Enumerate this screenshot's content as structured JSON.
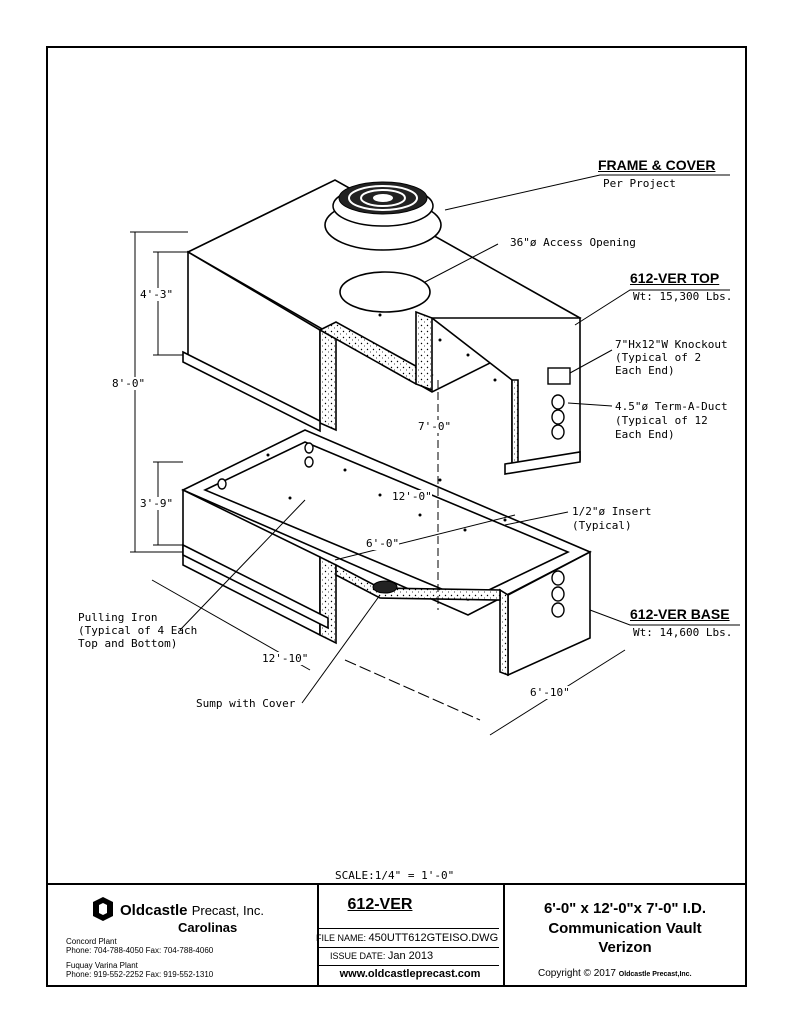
{
  "callouts": {
    "frame_cover_title": "FRAME & COVER",
    "frame_cover_sub": "Per Project",
    "access_opening": "36\"ø Access Opening",
    "top_title": "612-VER TOP",
    "top_weight": "Wt: 15,300 Lbs.",
    "knockout": [
      "7\"Hx12\"W Knockout",
      "(Typical of 2",
      "Each End)"
    ],
    "term_a_duct": [
      "4.5\"ø Term-A-Duct",
      "(Typical of 12",
      "Each End)"
    ],
    "insert": [
      "1/2\"ø Insert",
      "(Typical)"
    ],
    "base_title": "612-VER BASE",
    "base_weight": "Wt: 14,600 Lbs.",
    "pulling_iron": [
      "Pulling Iron",
      "(Typical of 4 Each",
      "Top and Bottom)"
    ],
    "sump": "Sump with Cover"
  },
  "dimensions": {
    "top_height": "4'-3\"",
    "total_height": "8'-0\"",
    "base_height": "3'-9\"",
    "inner_height": "7'-0\"",
    "inner_length": "12'-0\"",
    "inner_width": "6'-0\"",
    "outer_length": "12'-10\"",
    "outer_width": "6'-10\""
  },
  "scale": "SCALE:1/4\" = 1'-0\"",
  "title_block": {
    "company": "Oldcastle",
    "company_suffix": "Precast, Inc.",
    "region": "Carolinas",
    "plant1_name": "Concord Plant",
    "plant1_phone": "Phone: 704-788-4050 Fax: 704-788-4060",
    "plant2_name": "Fuquay Varina Plant",
    "plant2_phone": "Phone: 919-552-2252 Fax: 919-552-1310",
    "model": "612-VER",
    "file_label": "FILE NAME:",
    "file_name": "450UTT612GTEISO.DWG",
    "issue_label": "ISSUE DATE:",
    "issue_date": "Jan 2013",
    "website": "www.oldcastleprecast.com",
    "product_title": "6'-0\" x 12'-0\"x 7'-0\" I.D.",
    "product_name": "Communication Vault",
    "customer": "Verizon",
    "copyright_prefix": "Copyright © 2017",
    "copyright_brand": "Oldcastle Precast,Inc."
  }
}
